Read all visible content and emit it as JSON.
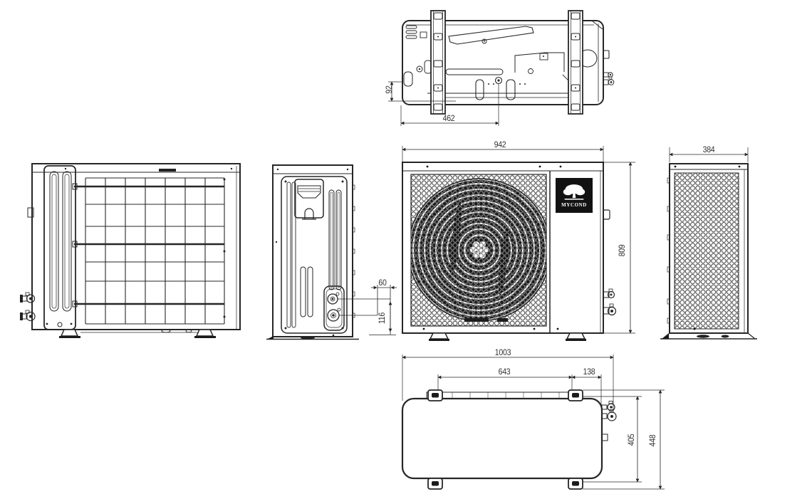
{
  "logo": {
    "brand": "MYCOND",
    "icon": "tree-icon"
  },
  "dimensions": {
    "top_view": {
      "drain_offset": "462",
      "base_offset": "92"
    },
    "front_view": {
      "width": "942",
      "height": "809"
    },
    "right_side_view": {
      "depth": "384"
    },
    "left_side_view": {
      "valve_offset": "60",
      "valve_height": "116"
    },
    "bottom_view": {
      "overall_length": "1003",
      "foot_pitch": "643",
      "valve_to_foot": "138",
      "foot_depth": "405",
      "overall_depth": "448"
    }
  }
}
